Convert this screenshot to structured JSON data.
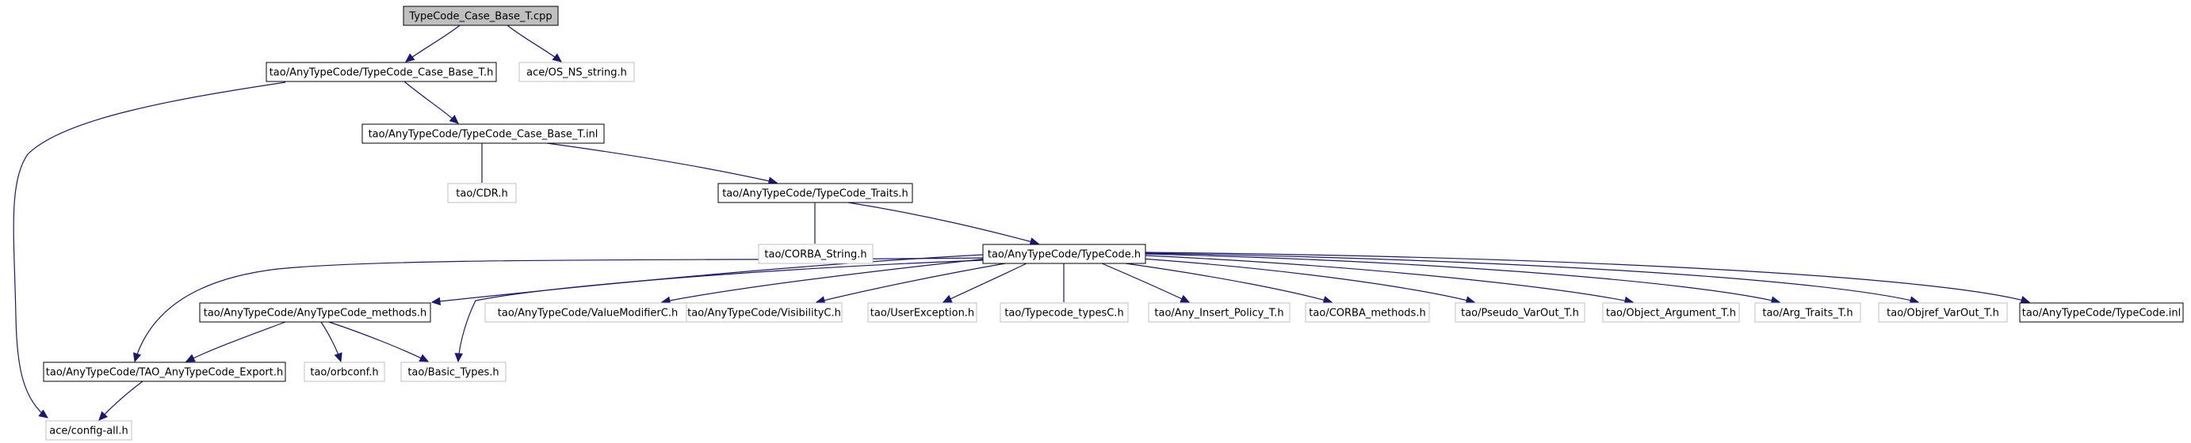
{
  "diagram": {
    "colors": {
      "edge": "#191970",
      "root_fill": "#bfbfbf",
      "node_fill": "#ffffff",
      "boxed_border": "#000000",
      "unboxed_border": "#c0c0c0",
      "text": "#000000"
    },
    "nodes": [
      {
        "id": "root",
        "label": "TypeCode_Case_Base_T.cpp",
        "style": "root"
      },
      {
        "id": "case_base_h",
        "label": "tao/AnyTypeCode/TypeCode_Case_Base_T.h",
        "style": "boxed"
      },
      {
        "id": "os_ns_string",
        "label": "ace/OS_NS_string.h",
        "style": "unboxed"
      },
      {
        "id": "case_base_inl",
        "label": "tao/AnyTypeCode/TypeCode_Case_Base_T.inl",
        "style": "boxed"
      },
      {
        "id": "cdr_h",
        "label": "tao/CDR.h",
        "style": "unboxed"
      },
      {
        "id": "traits_h",
        "label": "tao/AnyTypeCode/TypeCode_Traits.h",
        "style": "boxed"
      },
      {
        "id": "corba_string",
        "label": "tao/CORBA_String.h",
        "style": "unboxed"
      },
      {
        "id": "typecode_h",
        "label": "tao/AnyTypeCode/TypeCode.h",
        "style": "boxed"
      },
      {
        "id": "methods_h",
        "label": "tao/AnyTypeCode/AnyTypeCode_methods.h",
        "style": "boxed"
      },
      {
        "id": "valuemodifier",
        "label": "tao/AnyTypeCode/ValueModifierC.h",
        "style": "unboxed"
      },
      {
        "id": "visibility",
        "label": "tao/AnyTypeCode/VisibilityC.h",
        "style": "unboxed"
      },
      {
        "id": "userexception",
        "label": "tao/UserException.h",
        "style": "unboxed"
      },
      {
        "id": "typecode_types",
        "label": "tao/Typecode_typesC.h",
        "style": "unboxed"
      },
      {
        "id": "any_insert",
        "label": "tao/Any_Insert_Policy_T.h",
        "style": "unboxed"
      },
      {
        "id": "corba_methods",
        "label": "tao/CORBA_methods.h",
        "style": "unboxed"
      },
      {
        "id": "pseudo_varout",
        "label": "tao/Pseudo_VarOut_T.h",
        "style": "unboxed"
      },
      {
        "id": "object_argument",
        "label": "tao/Object_Argument_T.h",
        "style": "unboxed"
      },
      {
        "id": "arg_traits",
        "label": "tao/Arg_Traits_T.h",
        "style": "unboxed"
      },
      {
        "id": "objref_varout",
        "label": "tao/Objref_VarOut_T.h",
        "style": "unboxed"
      },
      {
        "id": "typecode_inl",
        "label": "tao/AnyTypeCode/TypeCode.inl",
        "style": "boxed"
      },
      {
        "id": "export_h",
        "label": "tao/AnyTypeCode/TAO_AnyTypeCode_Export.h",
        "style": "boxed"
      },
      {
        "id": "orbconf",
        "label": "tao/orbconf.h",
        "style": "unboxed"
      },
      {
        "id": "basic_types",
        "label": "tao/Basic_Types.h",
        "style": "unboxed"
      },
      {
        "id": "config_all",
        "label": "ace/config-all.h",
        "style": "unboxed"
      }
    ],
    "edges": [
      {
        "from": "root",
        "to": "case_base_h"
      },
      {
        "from": "root",
        "to": "os_ns_string"
      },
      {
        "from": "case_base_h",
        "to": "case_base_inl"
      },
      {
        "from": "case_base_h",
        "to": "config_all"
      },
      {
        "from": "case_base_inl",
        "to": "cdr_h"
      },
      {
        "from": "case_base_inl",
        "to": "traits_h"
      },
      {
        "from": "traits_h",
        "to": "corba_string"
      },
      {
        "from": "traits_h",
        "to": "typecode_h"
      },
      {
        "from": "typecode_h",
        "to": "methods_h"
      },
      {
        "from": "typecode_h",
        "to": "valuemodifier"
      },
      {
        "from": "typecode_h",
        "to": "visibility"
      },
      {
        "from": "typecode_h",
        "to": "userexception"
      },
      {
        "from": "typecode_h",
        "to": "typecode_types"
      },
      {
        "from": "typecode_h",
        "to": "any_insert"
      },
      {
        "from": "typecode_h",
        "to": "corba_methods"
      },
      {
        "from": "typecode_h",
        "to": "pseudo_varout"
      },
      {
        "from": "typecode_h",
        "to": "object_argument"
      },
      {
        "from": "typecode_h",
        "to": "arg_traits"
      },
      {
        "from": "typecode_h",
        "to": "objref_varout"
      },
      {
        "from": "typecode_h",
        "to": "typecode_inl"
      },
      {
        "from": "typecode_h",
        "to": "export_h"
      },
      {
        "from": "typecode_h",
        "to": "basic_types"
      },
      {
        "from": "methods_h",
        "to": "export_h"
      },
      {
        "from": "methods_h",
        "to": "orbconf"
      },
      {
        "from": "methods_h",
        "to": "basic_types"
      },
      {
        "from": "export_h",
        "to": "config_all"
      }
    ]
  }
}
